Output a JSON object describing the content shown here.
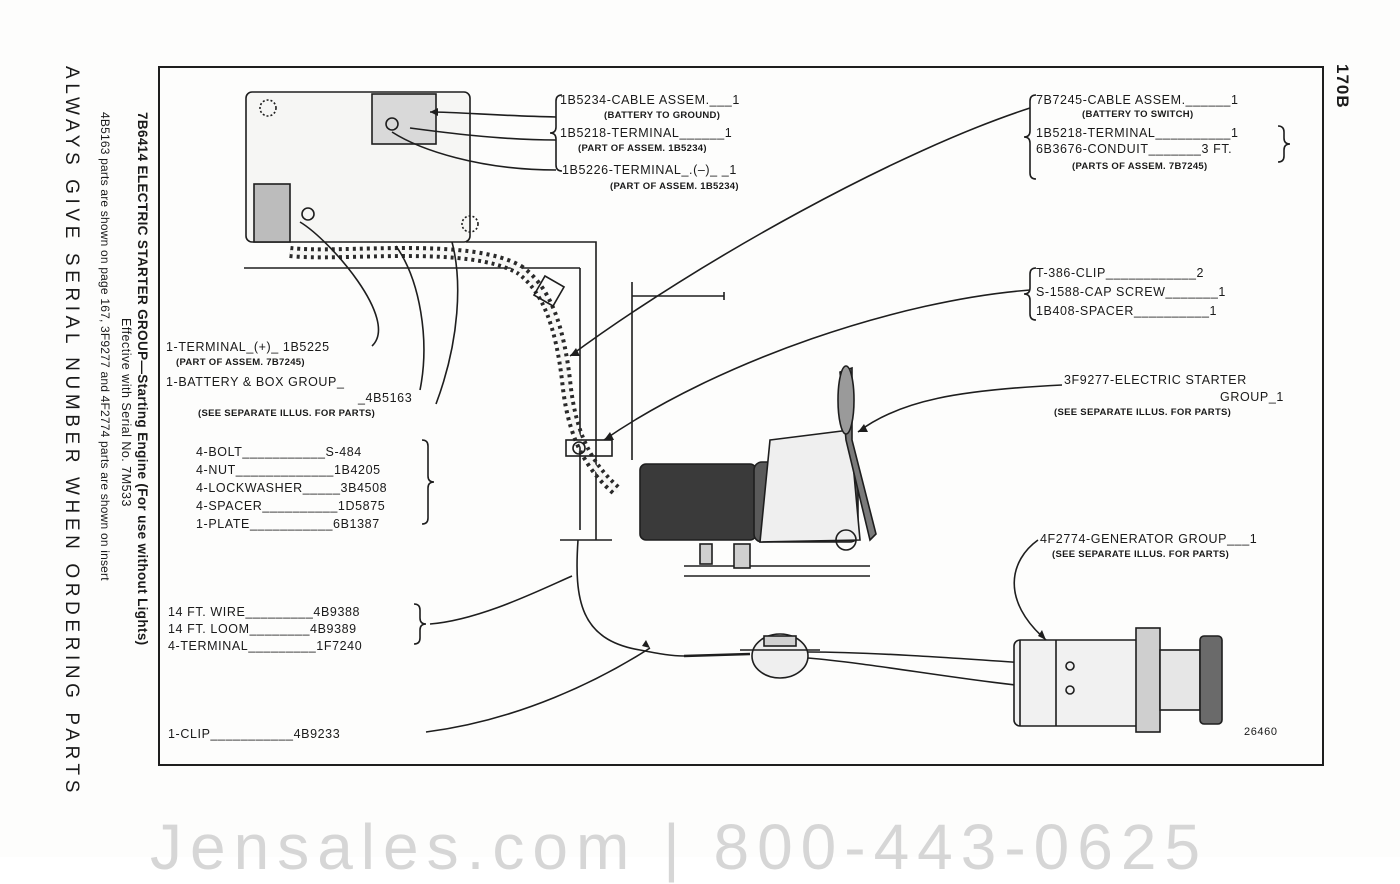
{
  "page_number": "170B",
  "side_note": "ALWAYS GIVE SERIAL NUMBER WHEN ORDERING PARTS",
  "caption": {
    "title": "7B6414 ELECTRIC STARTER GROUP—Starting Engine (For use without Lights)",
    "effective": "Effective with Serial No. 7M533",
    "note": "4B5163 parts are shown on page 167, 3F9277 and 4F2774 parts are shown on insert"
  },
  "figure_number": "26460",
  "watermark": "Jensales.com | 800-443-0625",
  "callouts_right": {
    "c1_l1": "1B5234-CABLE ASSEM.___1",
    "c1_l2": "(BATTERY TO GROUND)",
    "c1_l3": "1B5218-TERMINAL______1",
    "c1_l4": "(PART OF ASSEM. 1B5234)",
    "c1_l5": "1B5226-TERMINAL_.(–)_ _1",
    "c1_l6": "(PART OF ASSEM. 1B5234)",
    "c2_l1": "7B7245-CABLE ASSEM.______1",
    "c2_l2": "(BATTERY TO SWITCH)",
    "c2_l3": "1B5218-TERMINAL__________1",
    "c2_l4": "6B3676-CONDUIT_______3 FT.",
    "c2_l5": "(PARTS OF ASSEM. 7B7245)",
    "c3_l1": "T-386-CLIP____________2",
    "c3_l2": "S-1588-CAP SCREW_______1",
    "c3_l3": "1B408-SPACER__________1",
    "c4_l1": "3F9277-ELECTRIC STARTER",
    "c4_l2": "GROUP_1",
    "c4_l3": "(SEE SEPARATE ILLUS. FOR PARTS)",
    "c5_l1": "4F2774-GENERATOR GROUP___1",
    "c5_l2": "(SEE SEPARATE ILLUS. FOR PARTS)"
  },
  "callouts_left": {
    "t1": "1-TERMINAL_(+)_ 1B5225",
    "t2": "(PART OF ASSEM. 7B7245)",
    "t3": "1-BATTERY & BOX GROUP_",
    "t4": "_4B5163",
    "t5": "(SEE SEPARATE ILLUS. FOR PARTS)",
    "h1": "4-BOLT___________S-484",
    "h2": "4-NUT_____________1B4205",
    "h3": "4-LOCKWASHER_____3B4508",
    "h4": "4-SPACER__________1D5875",
    "h5": "1-PLATE___________6B1387",
    "w1": "14 FT. WIRE_________4B9388",
    "w2": "14 FT. LOOM________4B9389",
    "w3": "4-TERMINAL_________1F7240",
    "k1": "1-CLIP___________4B9233"
  }
}
